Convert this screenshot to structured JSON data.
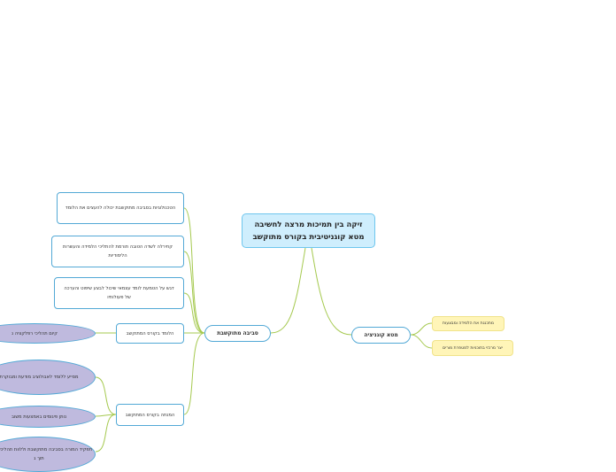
{
  "central": {
    "title": "זיקה בין תמיכות מרצה לחשיבה מטא קוגניטיבית בקורס מתוקשב"
  },
  "branches": {
    "metacognition": {
      "label": "מטא קוגניציה",
      "items": [
        "מתכננת את הלמידה ומבצעות",
        "יצר מרכזי בתוכניות למטפרת מורים"
      ]
    },
    "online_environment": {
      "label": "סביבה מתוקשבת",
      "notes": [
        "הטכנולוגיות בסביבה מתוקשבת יכולה להעצים את הלומד",
        "קחירלה לשדה הטובה תורמת להתליכי הלמידה והעשרות הלימודיות",
        "דגש על הטמעת לומד עצמאי שיכול לבצע שיפוט והערכה של פעולותיו"
      ],
      "learner": {
        "label": "הלומד בקורס המתוקשב",
        "items": [
          "קיום תהליכי רפלקציה נ"
        ]
      },
      "instructor": {
        "label": "המנחה בקורס המתוקשב",
        "items": [
          "מסייע ללומד לאבולוציב מודעת ומבוקרת",
          "נותן פיגומים באמצעות משוב",
          "תפקיד המורה בסביבה מתוקשבת וללוות תהליכי למידה תוך ג"
        ]
      }
    }
  }
}
